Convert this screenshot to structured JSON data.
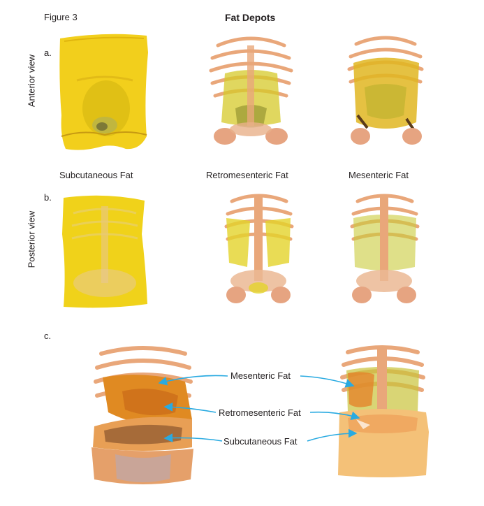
{
  "figure": {
    "figure_label": "Figure 3",
    "title": "Fat Depots",
    "panel_labels": {
      "a": "a.",
      "b": "b.",
      "c": "c."
    },
    "row_labels": {
      "anterior": "Anterior view",
      "posterior": "Posterior view"
    },
    "column_labels": [
      "Subcutaneous Fat",
      "Retromesenteric Fat",
      "Mesenteric Fat"
    ],
    "callouts": [
      "Mesenteric Fat",
      "Retromesenteric Fat",
      "Subcutaneous Fat"
    ],
    "colors": {
      "subcutaneous": "#f2cf1c",
      "bone": "#e9a77a",
      "mesenteric": "#e3b02a",
      "orange_fat": "#e98b2a",
      "callout_arrow": "#29aae1"
    }
  }
}
